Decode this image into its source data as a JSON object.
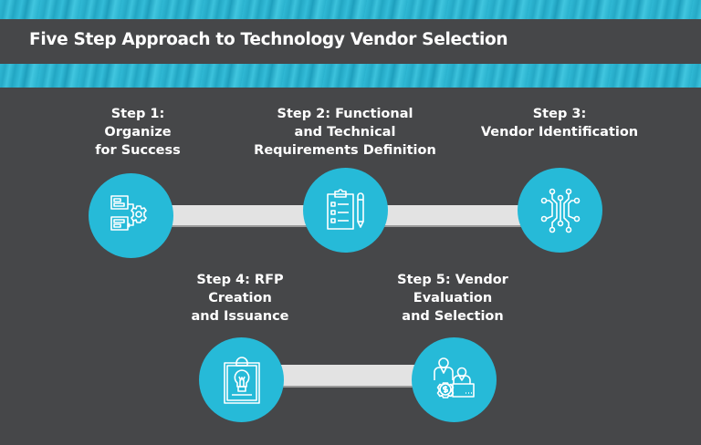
{
  "header": {
    "title": "Five Step Approach to Technology Vendor Selection"
  },
  "colors": {
    "background": "#464749",
    "accent": "#26bad8",
    "connector": "#e3e3e3",
    "text": "#ffffff"
  },
  "steps": [
    {
      "lines": [
        "Step 1:",
        "Organize",
        "for Success"
      ],
      "icon": "org-chart-gear-icon"
    },
    {
      "lines": [
        "Step 2: Functional",
        "and Technical",
        "Requirements Definition"
      ],
      "icon": "clipboard-checklist-pencil-icon"
    },
    {
      "lines": [
        "Step 3:",
        "Vendor Identification"
      ],
      "icon": "circuit-icon"
    },
    {
      "lines": [
        "Step 4:  RFP",
        "Creation",
        "and Issuance"
      ],
      "icon": "clipboard-lightbulb-icon"
    },
    {
      "lines": [
        "Step 5: Vendor",
        "Evaluation",
        "and Selection"
      ],
      "icon": "people-money-gear-icon"
    }
  ]
}
